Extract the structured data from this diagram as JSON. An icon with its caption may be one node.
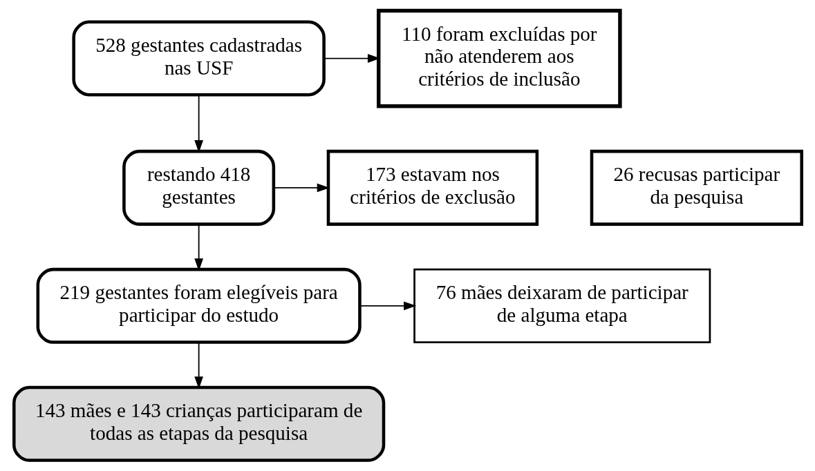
{
  "diagram": {
    "nodes": [
      {
        "text": [
          "528 gestantes cadastradas nas USF"
        ]
      },
      {
        "text": [
          "110 foram excluídas por não atenderem aos critérios de inclusão"
        ]
      },
      {
        "text": [
          "restando 418 gestantes"
        ]
      },
      {
        "text": [
          "173 estavam nos critérios de exclusão"
        ]
      },
      {
        "text": [
          "26 recusas participar da pesquisa"
        ]
      },
      {
        "text": [
          "219 gestantes foram elegíveis para participar do estudo"
        ]
      },
      {
        "text": [
          "76 mães deixaram de participar de alguma etapa"
        ]
      },
      {
        "text": [
          "143 mães e 143 crianças participaram de todas as etapas da pesquisa"
        ]
      }
    ],
    "edges": [
      {
        "from": 0,
        "to": 1,
        "arrow": "to"
      },
      {
        "from": 0,
        "to": 2,
        "arrow": "to"
      },
      {
        "from": 2,
        "to": 3,
        "arrow": "to"
      },
      {
        "from": 2,
        "to": 5,
        "arrow": "to"
      },
      {
        "from": 5,
        "to": 6,
        "arrow": "to"
      },
      {
        "from": 5,
        "to": 7,
        "arrow": "to"
      }
    ]
  }
}
